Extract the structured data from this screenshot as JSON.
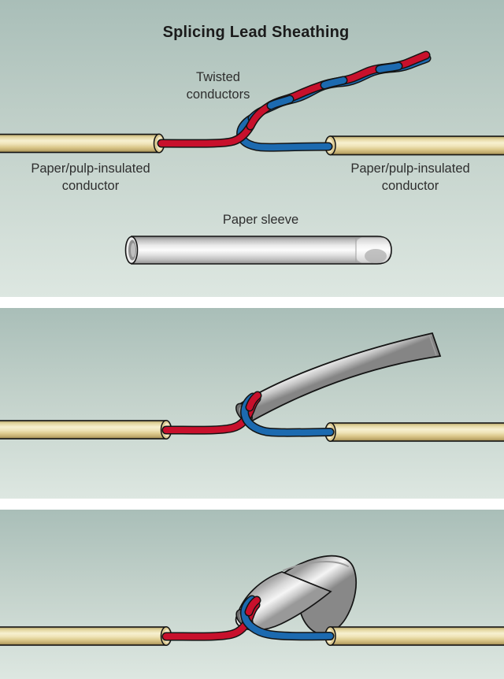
{
  "title": "Splicing Lead Sheathing",
  "labels": {
    "twisted_line1": "Twisted",
    "twisted_line2": "conductors",
    "left_conductor_line1": "Paper/pulp-insulated",
    "left_conductor_line2": "conductor",
    "right_conductor_line1": "Paper/pulp-insulated",
    "right_conductor_line2": "conductor",
    "paper_sleeve": "Paper sleeve"
  },
  "colors": {
    "background_top": "#a9beb8",
    "background_bottom": "#dde7e1",
    "divider": "#ffffff",
    "title_text": "#1b1b1b",
    "label_text": "#2e2e2e",
    "cable_tan": "#e9dcaa",
    "cable_highlight": "#f9f3d9",
    "cable_shadow": "#9e8b55",
    "wire_red": "#c8102c",
    "wire_blue": "#1c6ab0",
    "sleeve_gray": "#cfcfcf",
    "sleeve_highlight": "#f6f6f6",
    "sleeve_shadow": "#8d8d8d",
    "outline": "#141414"
  }
}
